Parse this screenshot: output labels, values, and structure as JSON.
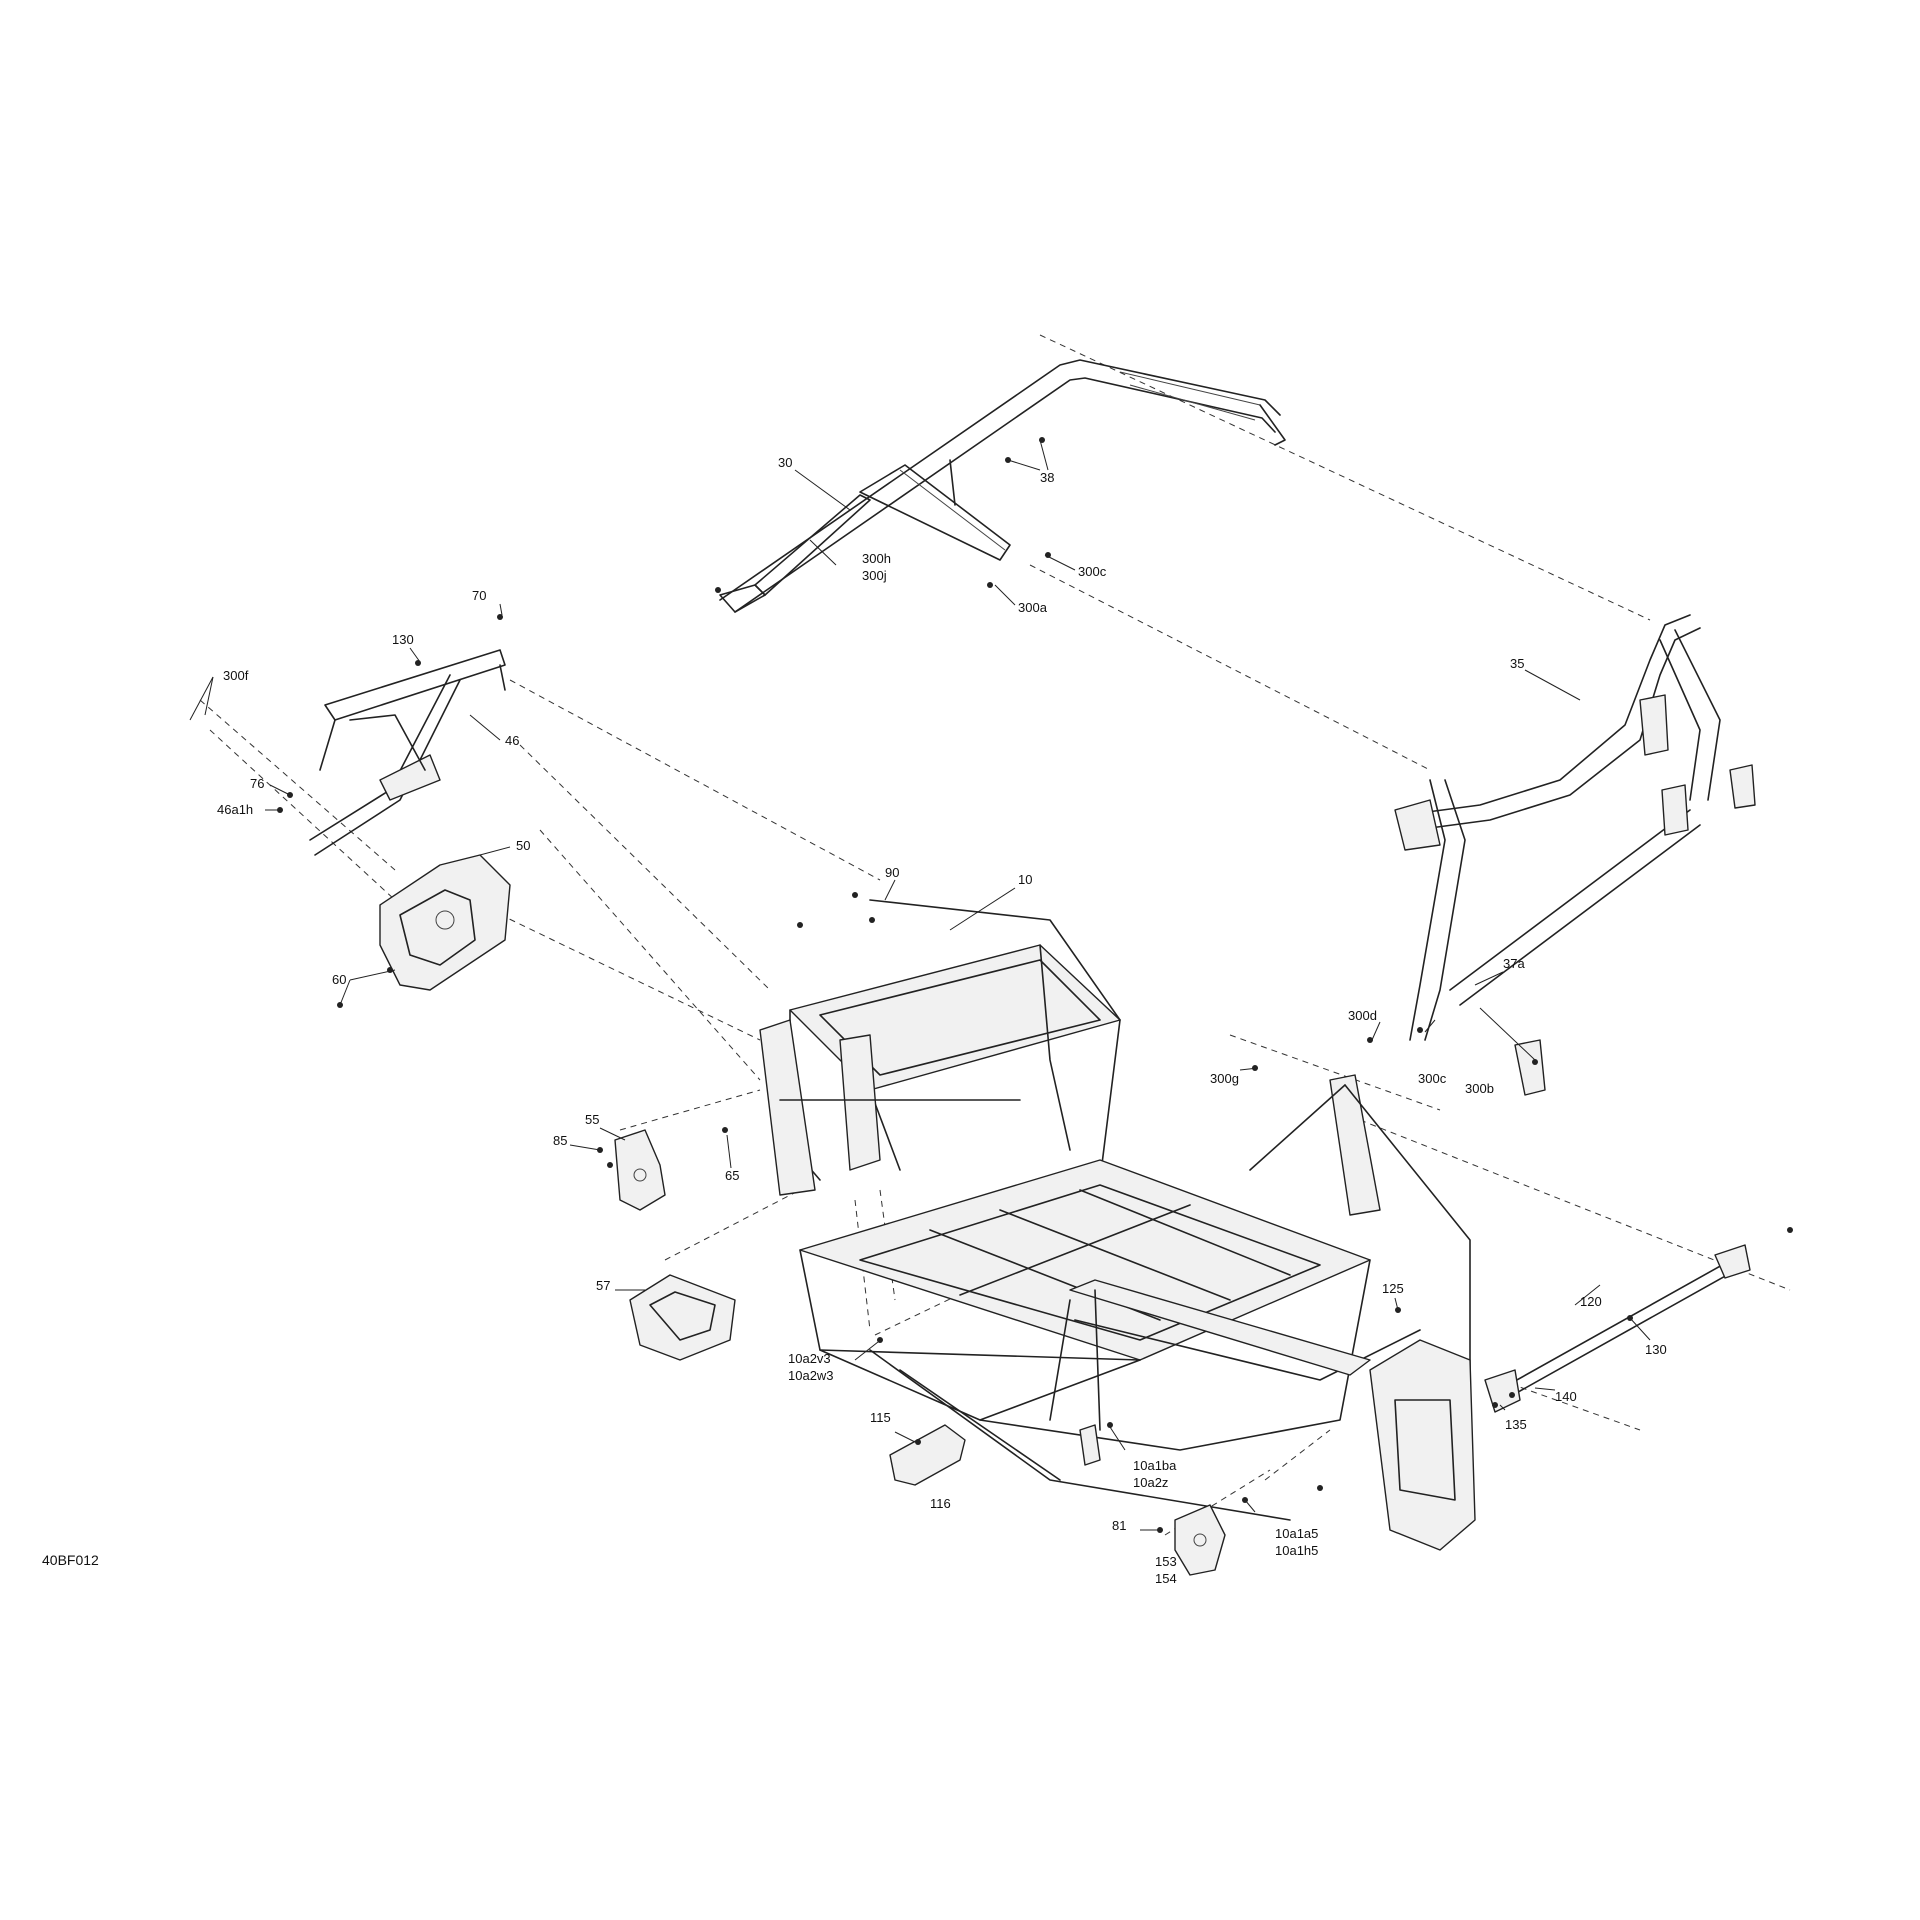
{
  "drawing_code": "40BF012",
  "callouts": [
    {
      "id": "c10",
      "text": "10"
    },
    {
      "id": "c30",
      "text": "30"
    },
    {
      "id": "c35",
      "text": "35"
    },
    {
      "id": "c37a",
      "text": "37a"
    },
    {
      "id": "c38",
      "text": "38"
    },
    {
      "id": "c300h",
      "text": "300h"
    },
    {
      "id": "c300j",
      "text": "300j"
    },
    {
      "id": "c300c_top",
      "text": "300c"
    },
    {
      "id": "c300a",
      "text": "300a"
    },
    {
      "id": "c70",
      "text": "70"
    },
    {
      "id": "c130_top",
      "text": "130"
    },
    {
      "id": "c300f",
      "text": "300f"
    },
    {
      "id": "c46",
      "text": "46"
    },
    {
      "id": "c76",
      "text": "76"
    },
    {
      "id": "c46a1h",
      "text": "46a1h"
    },
    {
      "id": "c50",
      "text": "50"
    },
    {
      "id": "c60",
      "text": "60"
    },
    {
      "id": "c90",
      "text": "90"
    },
    {
      "id": "c300d",
      "text": "300d"
    },
    {
      "id": "c300c_right",
      "text": "300c"
    },
    {
      "id": "c300b",
      "text": "300b"
    },
    {
      "id": "c300g",
      "text": "300g"
    },
    {
      "id": "c55",
      "text": "55"
    },
    {
      "id": "c85",
      "text": "85"
    },
    {
      "id": "c65",
      "text": "65"
    },
    {
      "id": "c57",
      "text": "57"
    },
    {
      "id": "c125",
      "text": "125"
    },
    {
      "id": "c120",
      "text": "120"
    },
    {
      "id": "c130_right",
      "text": "130"
    },
    {
      "id": "c140",
      "text": "140"
    },
    {
      "id": "c135",
      "text": "135"
    },
    {
      "id": "c10a2v3",
      "text": "10a2v3"
    },
    {
      "id": "c10a2w3",
      "text": "10a2w3"
    },
    {
      "id": "c115",
      "text": "115"
    },
    {
      "id": "c116",
      "text": "116"
    },
    {
      "id": "c10a1ba",
      "text": "10a1ba"
    },
    {
      "id": "c10a2z",
      "text": "10a2z"
    },
    {
      "id": "c81",
      "text": "81"
    },
    {
      "id": "c153",
      "text": "153"
    },
    {
      "id": "c154",
      "text": "154"
    },
    {
      "id": "c10a1a5",
      "text": "10a1a5"
    },
    {
      "id": "c10a1h5",
      "text": "10a1h5"
    }
  ]
}
